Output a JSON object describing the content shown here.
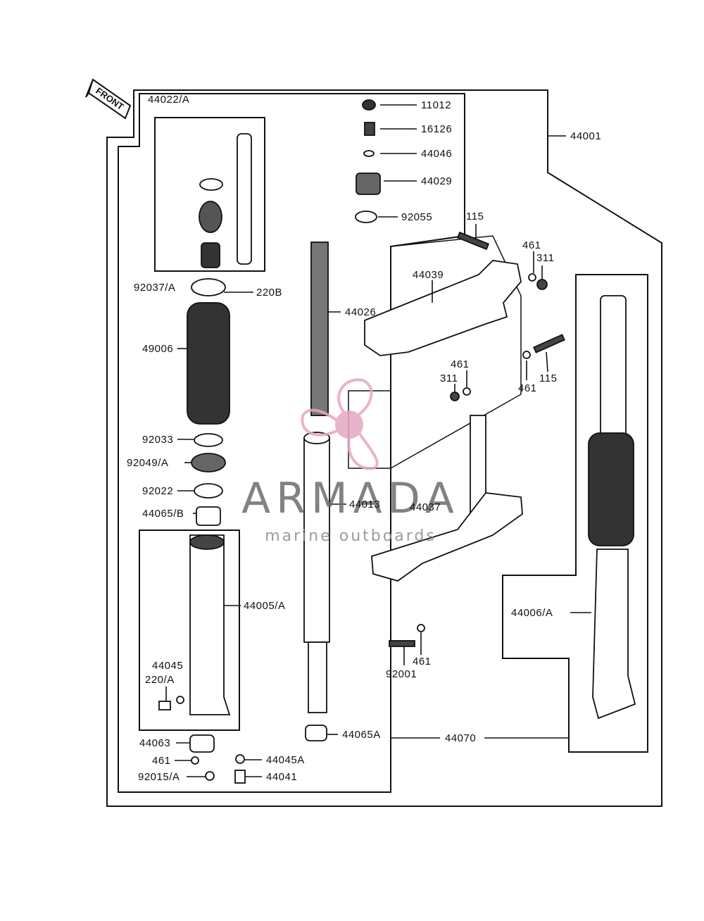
{
  "diagram": {
    "front_tag": "FRONT",
    "watermark": {
      "brand": "ARMADA",
      "tagline": "marine outboards",
      "logo_color": "#e6a6c4",
      "text_color": "#6d6d6d"
    },
    "labels": {
      "l_11012": "11012",
      "l_16126": "16126",
      "l_44046": "44046",
      "l_44029": "44029",
      "l_92055": "92055",
      "l_44001": "44001",
      "l_115_top": "115",
      "l_461_top": "461",
      "l_311_top": "311",
      "l_44039": "44039",
      "l_44026": "44026",
      "l_461_mid": "461",
      "l_311_mid": "311",
      "l_461_right": "461",
      "l_115_right": "115",
      "l_44022a": "44022/A",
      "l_92037a": "92037/A",
      "l_220b": "220B",
      "l_49006": "49006",
      "l_92033": "92033",
      "l_92049a": "92049/A",
      "l_92022": "92022",
      "l_44065b": "44065/B",
      "l_44013": "44013",
      "l_44037": "44037",
      "l_44005a": "44005/A",
      "l_44006a": "44006/A",
      "l_44045": "44045",
      "l_220a": "220/A",
      "l_92001": "92001",
      "l_461_clamp": "461",
      "l_44063": "44063",
      "l_461_low": "461",
      "l_92015a": "92015/A",
      "l_44045a": "44045A",
      "l_44041": "44041",
      "l_44065a": "44065A",
      "l_44070": "44070"
    }
  }
}
